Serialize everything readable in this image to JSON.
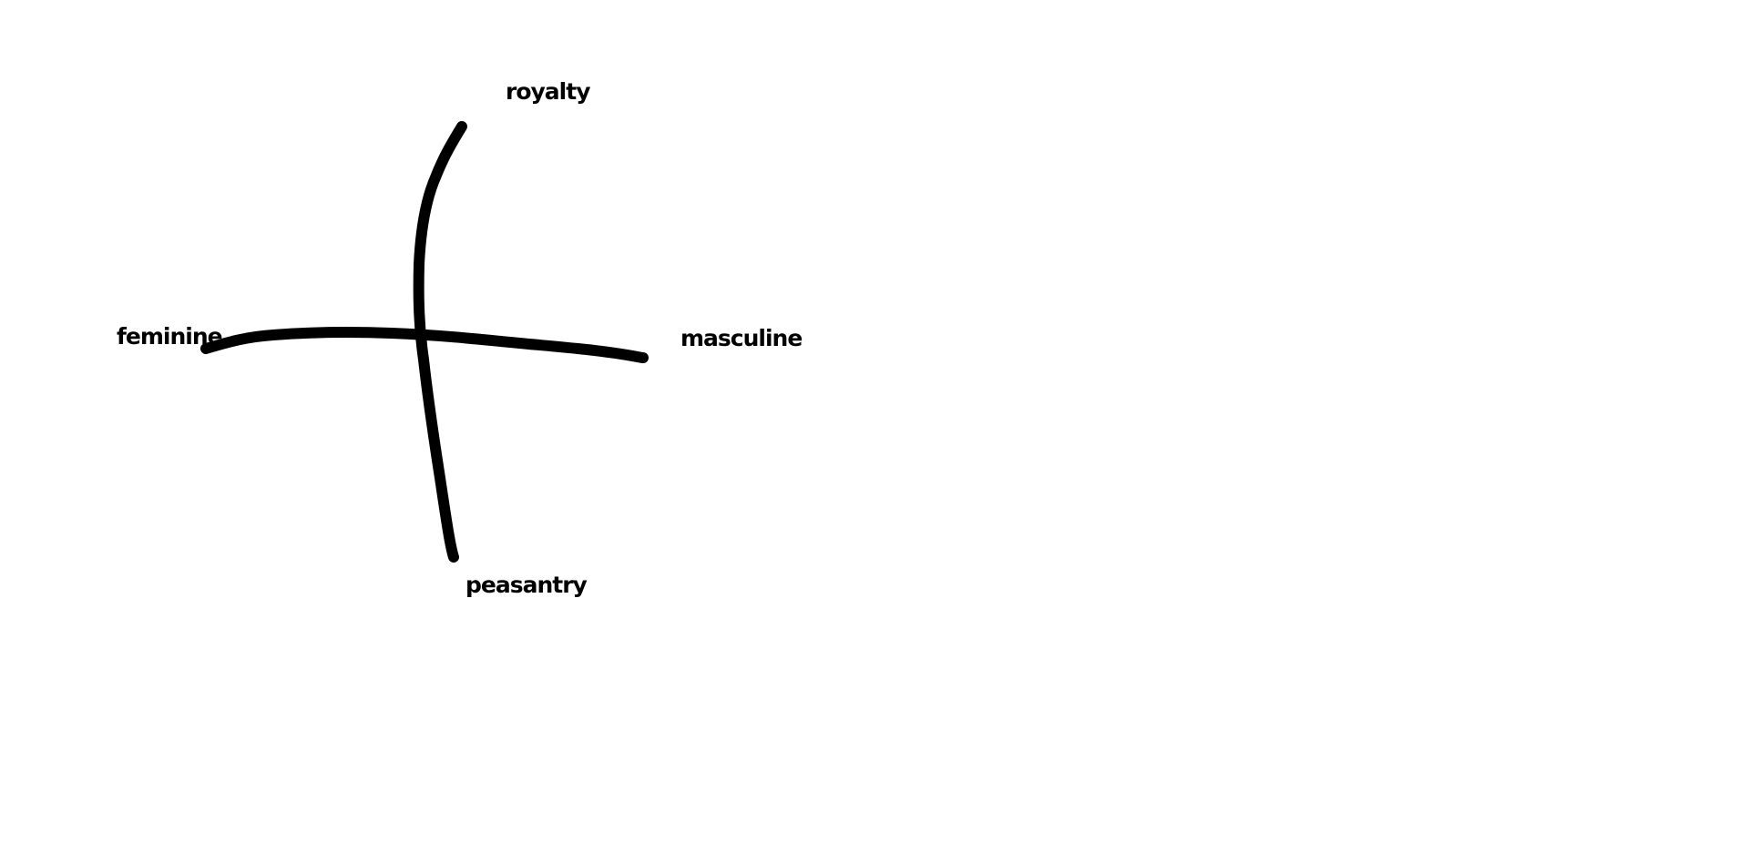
{
  "diagram": {
    "axes": {
      "top": "royalty",
      "bottom": "peasantry",
      "left": "feminine",
      "right": "masculine"
    },
    "stroke_color": "#000000",
    "background_color": "#ffffff"
  }
}
